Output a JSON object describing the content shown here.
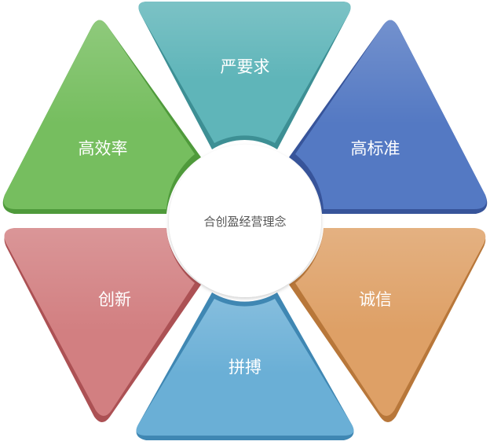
{
  "center": {
    "label": "合创盈经营理念",
    "fill": "#ffffff",
    "text_color": "#555555"
  },
  "segments": [
    {
      "id": "top",
      "label": "严要求",
      "fill": "#5fb5b9",
      "rim": "#3d8f94"
    },
    {
      "id": "upper-right",
      "label": "高标准",
      "fill": "#5479c3",
      "rim": "#37549a"
    },
    {
      "id": "lower-right",
      "label": "诚信",
      "fill": "#dea066",
      "rim": "#b8773a"
    },
    {
      "id": "bottom",
      "label": "拼搏",
      "fill": "#6aafd6",
      "rim": "#3f87b3"
    },
    {
      "id": "lower-left",
      "label": "创新",
      "fill": "#d27f81",
      "rim": "#ac5154"
    },
    {
      "id": "upper-left",
      "label": "高效率",
      "fill": "#76be5f",
      "rim": "#4f9a3b"
    }
  ]
}
